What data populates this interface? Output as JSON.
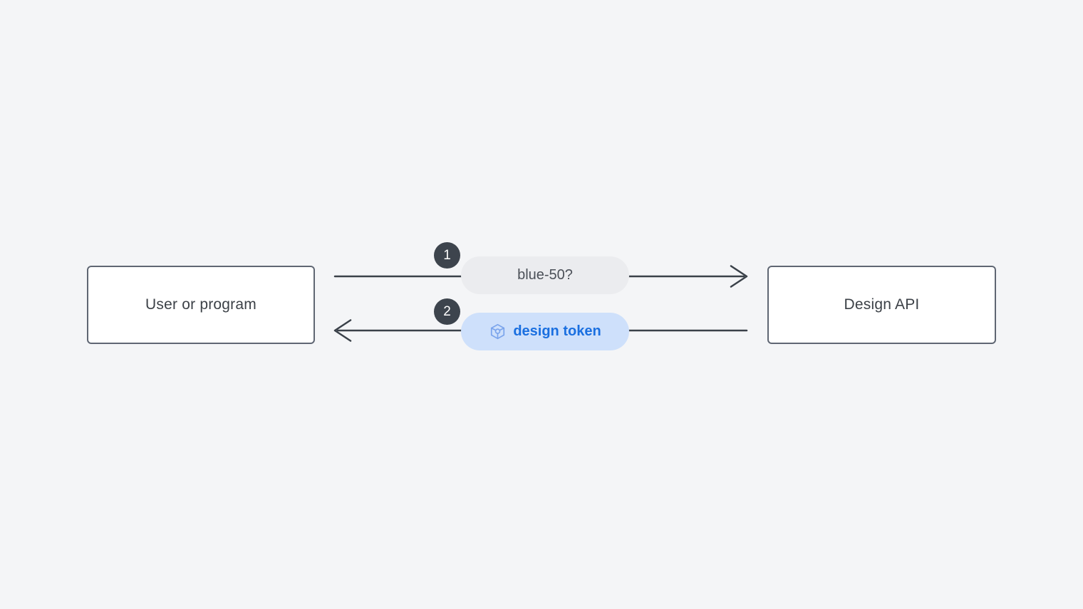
{
  "diagram": {
    "nodes": [
      {
        "id": "user-or-program",
        "label": "User or program"
      },
      {
        "id": "design-api",
        "label": "Design API"
      }
    ],
    "steps": [
      {
        "number": "1",
        "label": "blue-50?",
        "direction": "left-to-right"
      },
      {
        "number": "2",
        "label": "design token",
        "direction": "right-to-left",
        "icon": "token-cube-icon"
      }
    ],
    "colors": {
      "background": "#f4f5f7",
      "node_border": "#5f6673",
      "node_text": "#3c4147",
      "arrow": "#3a4149",
      "badge_bg": "#3d444d",
      "badge_text": "#ffffff",
      "request_pill_bg": "#ebecef",
      "request_pill_text": "#4b5058",
      "response_pill_bg": "#cee0fb",
      "response_pill_text": "#1a6fe0",
      "icon_stroke": "#7aa4ec"
    }
  }
}
